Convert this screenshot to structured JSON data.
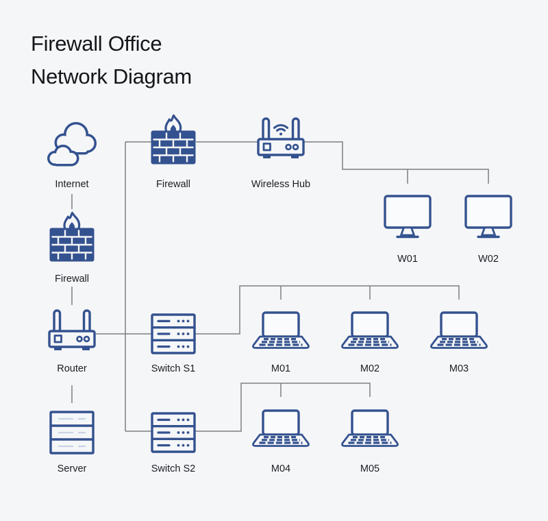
{
  "title": {
    "line1": "Firewall Office",
    "line2": "Network Diagram"
  },
  "colors": {
    "background": "#f5f6f8",
    "icon_stroke": "#34528f",
    "connector": "#7c7e82",
    "label_text": "#1b1d22",
    "title_text": "#15161a",
    "screen_fill": "#fafbfd"
  },
  "nodes": {
    "internet": {
      "label": "Internet",
      "icon": "cloud-icon"
    },
    "firewall_left": {
      "label": "Firewall",
      "icon": "firewall-icon"
    },
    "router": {
      "label": "Router",
      "icon": "router-icon"
    },
    "server": {
      "label": "Server",
      "icon": "server-icon"
    },
    "firewall_top": {
      "label": "Firewall",
      "icon": "firewall-icon"
    },
    "wireless_hub": {
      "label": "Wireless Hub",
      "icon": "wireless-hub-icon"
    },
    "w01": {
      "label": "W01",
      "icon": "monitor-icon"
    },
    "w02": {
      "label": "W02",
      "icon": "monitor-icon"
    },
    "switch_s1": {
      "label": "Switch S1",
      "icon": "switch-icon"
    },
    "m01": {
      "label": "M01",
      "icon": "laptop-icon"
    },
    "m02": {
      "label": "M02",
      "icon": "laptop-icon"
    },
    "m03": {
      "label": "M03",
      "icon": "laptop-icon"
    },
    "switch_s2": {
      "label": "Switch S2",
      "icon": "switch-icon"
    },
    "m04": {
      "label": "M04",
      "icon": "laptop-icon"
    },
    "m05": {
      "label": "M05",
      "icon": "laptop-icon"
    }
  },
  "connections": [
    {
      "from": "internet",
      "to": "firewall_left"
    },
    {
      "from": "firewall_left",
      "to": "router"
    },
    {
      "from": "router",
      "to": "server"
    },
    {
      "from": "router",
      "to": "firewall_top"
    },
    {
      "from": "router",
      "to": "switch_s1"
    },
    {
      "from": "router",
      "to": "switch_s2"
    },
    {
      "from": "firewall_top",
      "to": "wireless_hub"
    },
    {
      "from": "wireless_hub",
      "to": "w01"
    },
    {
      "from": "wireless_hub",
      "to": "w02"
    },
    {
      "from": "switch_s1",
      "to": "m01"
    },
    {
      "from": "switch_s1",
      "to": "m02"
    },
    {
      "from": "switch_s1",
      "to": "m03"
    },
    {
      "from": "switch_s2",
      "to": "m04"
    },
    {
      "from": "switch_s2",
      "to": "m05"
    }
  ]
}
